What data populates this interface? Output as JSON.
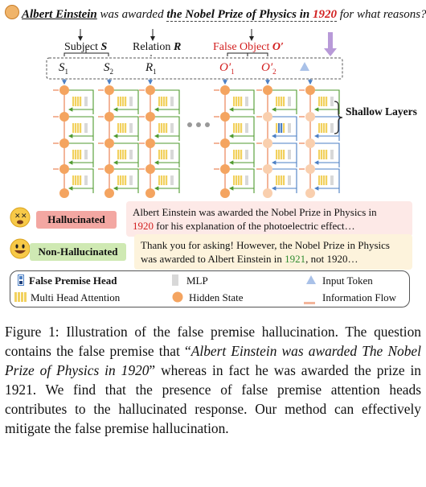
{
  "question": {
    "subject": "Albert Einstein",
    "mid": " was awarded ",
    "relation": "the Nobel Prize of Physics in ",
    "year": "1920",
    "tail": " for what reasons?"
  },
  "labels": {
    "subject": "Subject S",
    "relation": "Relation R",
    "false_object": "False Object O′"
  },
  "tokens": {
    "s1": "S",
    "s1_sub": "1",
    "s2": "S",
    "s2_sub": "2",
    "r1": "R",
    "r1_sub": "1",
    "o1": "O′",
    "o1_sub": "1",
    "o2": "O′",
    "o2_sub": "2"
  },
  "shallow_layers": "Shallow Layers",
  "hallucinated": {
    "tag": "Hallucinated",
    "text_a": "Albert Einstein was awarded the Nobel Prize in Physics in",
    "year": "1920",
    "text_b": " for his explanation of the photoelectric effect…"
  },
  "non_hallucinated": {
    "tag": "Non-Hallucinated",
    "text_a": "Thank you for asking! However, the Nobel Prize in Physics",
    "text_b": "was awarded to Albert Einstein in ",
    "year_correct": "1921",
    "text_c": ", not 1920…"
  },
  "legend": {
    "false_premise_head": "False Premise Head",
    "mlp": "MLP",
    "input_token": "Input Token",
    "mha": "Multi Head Attention",
    "hidden_state": "Hidden State",
    "info_flow": "Information Flow"
  },
  "caption": {
    "label": "Figure 1:",
    "t1": " Illustration of the false premise hallucination. The question contains the false premise that “",
    "quote": "Albert Einstein was awarded The Nobel Prize of Physics in 1920",
    "t2": "” whereas in fact he was awarded the prize in 1921. We find that the presence of false premise attention heads contributes to the hallucinated response. Our method can effectively mitigate the false premise hallucination."
  },
  "colors": {
    "orange": "#f4a460",
    "orange_light": "#f9cfae",
    "mha_yellow": "#f2d15e",
    "green_arrow": "#4f9a2f",
    "blue_arrow": "#4b7fc4",
    "red": "#d21f1f",
    "token_blue": "#a9c1e8",
    "purple": "#b89ad8"
  }
}
